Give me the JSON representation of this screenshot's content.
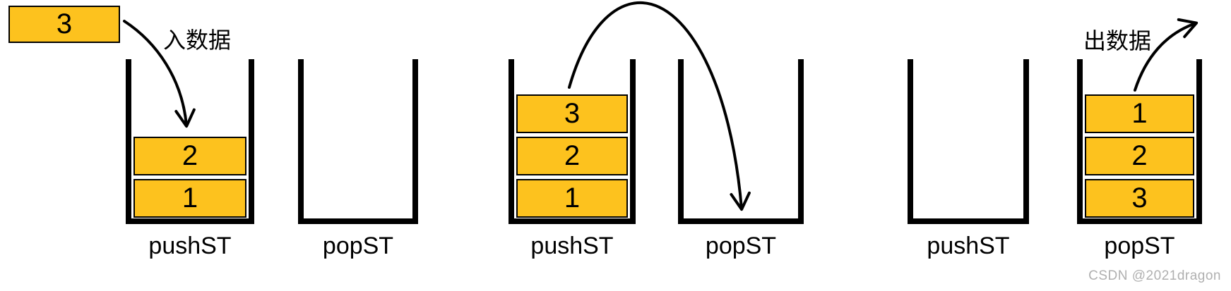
{
  "diagram": {
    "incoming_box": "3",
    "in_label": "入数据",
    "out_label": "出数据",
    "stacks": [
      {
        "label": "pushST",
        "items": [
          "2",
          "1"
        ]
      },
      {
        "label": "popST",
        "items": []
      },
      {
        "label": "pushST",
        "items": [
          "3",
          "2",
          "1"
        ]
      },
      {
        "label": "popST",
        "items": []
      },
      {
        "label": "pushST",
        "items": []
      },
      {
        "label": "popST",
        "items": [
          "1",
          "2",
          "3"
        ]
      }
    ]
  },
  "watermark": "CSDN @2021dragon",
  "colors": {
    "item_fill": "#FDC21E",
    "outline": "#000000",
    "watermark_text": "#B0B0B0"
  }
}
